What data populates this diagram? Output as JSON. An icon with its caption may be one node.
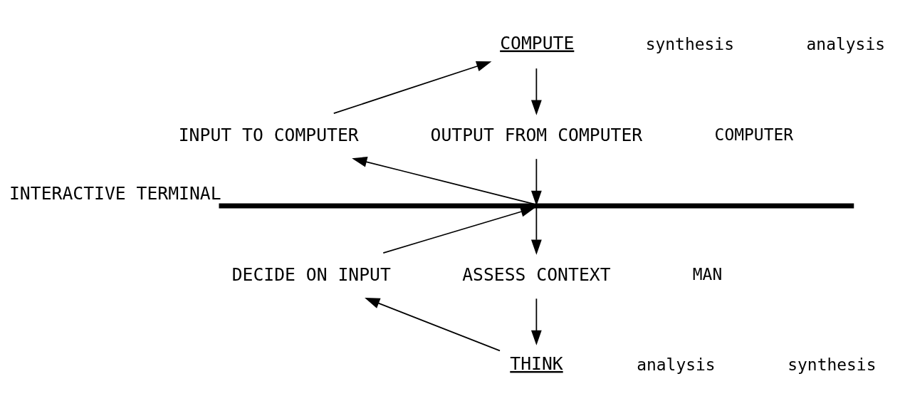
{
  "diagram": {
    "nodes": [
      {
        "text": [
          "COMPUTE"
        ]
      },
      {
        "text": [
          "INPUT TO COMPUTER"
        ]
      },
      {
        "text": [
          "OUTPUT FROM COMPUTER"
        ]
      },
      {
        "text": [],
        "shape": "line",
        "beside": [
          "INTERACTIVE TERMINAL"
        ]
      },
      {
        "text": [
          "DECIDE ON INPUT"
        ]
      },
      {
        "text": [
          "ASSESS CONTEXT"
        ]
      },
      {
        "text": [
          "THINK"
        ]
      }
    ],
    "edges": [
      {
        "from": 4,
        "to": 3,
        "arrow": "to"
      },
      {
        "from": 3,
        "to": 1,
        "arrow": "to"
      },
      {
        "from": 1,
        "to": 0,
        "arrow": "to"
      },
      {
        "from": 0,
        "to": 2,
        "arrow": "to"
      },
      {
        "from": 2,
        "to": 3,
        "arrow": "to"
      },
      {
        "from": 3,
        "to": 5,
        "arrow": "to"
      },
      {
        "from": 5,
        "to": 6,
        "arrow": "to"
      },
      {
        "from": 6,
        "to": 4,
        "arrow": "to"
      }
    ],
    "labels": [
      "COMPUTER",
      "synthesis",
      "analysis",
      "MAN",
      "analysis",
      "synthesis"
    ]
  }
}
